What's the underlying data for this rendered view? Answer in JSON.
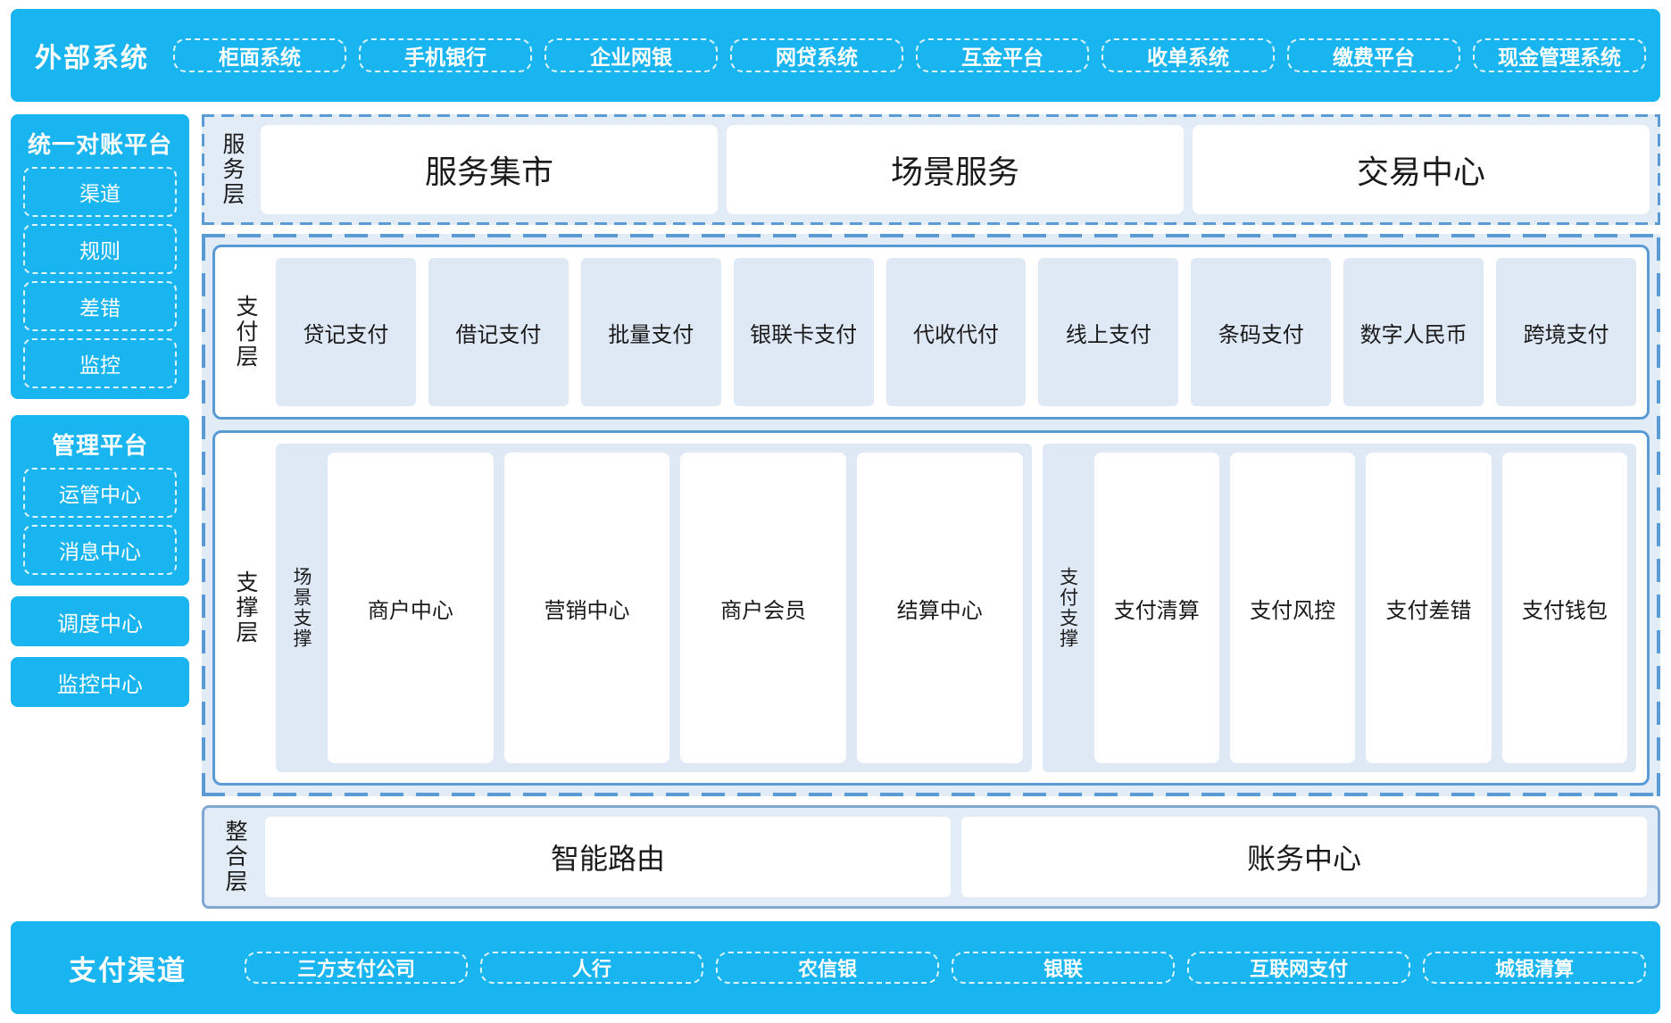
{
  "theme": {
    "cyan": "#19b5f0",
    "blue_border": "#5b9bd5",
    "panel_bg": "#e2ecf7",
    "tile_bg": "#dfe9f5",
    "white": "#ffffff",
    "text": "#1a1a1a"
  },
  "external_systems": {
    "title": "外部系统",
    "items": [
      "柜面系统",
      "手机银行",
      "企业网银",
      "网贷系统",
      "互金平台",
      "收单系统",
      "缴费平台",
      "现金管理系统"
    ]
  },
  "sidebar": {
    "reconciliation": {
      "title": "统一对账平台",
      "items": [
        "渠道",
        "规则",
        "差错",
        "监控"
      ]
    },
    "management": {
      "title": "管理平台",
      "items": [
        "运管中心",
        "消息中心"
      ]
    },
    "standalone": [
      "调度中心",
      "监控中心"
    ]
  },
  "service_layer": {
    "label": "服务层",
    "cards": [
      "服务集市",
      "场景服务",
      "交易中心"
    ]
  },
  "payment_layer": {
    "label": "支付层",
    "tiles": [
      "贷记支付",
      "借记支付",
      "批量支付",
      "银联卡支付",
      "代收代付",
      "线上支付",
      "条码支付",
      "数字人民币",
      "跨境支付"
    ]
  },
  "support_layer": {
    "label": "支撑层",
    "groups": [
      {
        "label": "场景支撑",
        "tiles": [
          "商户中心",
          "营销中心",
          "商户会员",
          "结算中心"
        ]
      },
      {
        "label": "支付支撑",
        "tiles": [
          "支付清算",
          "支付风控",
          "支付差错",
          "支付钱包"
        ]
      }
    ]
  },
  "integration_layer": {
    "label": "整合层",
    "cards": [
      "智能路由",
      "账务中心"
    ]
  },
  "payment_channels": {
    "title": "支付渠道",
    "items": [
      "三方支付公司",
      "人行",
      "农信银",
      "银联",
      "互联网支付",
      "城银清算"
    ]
  }
}
